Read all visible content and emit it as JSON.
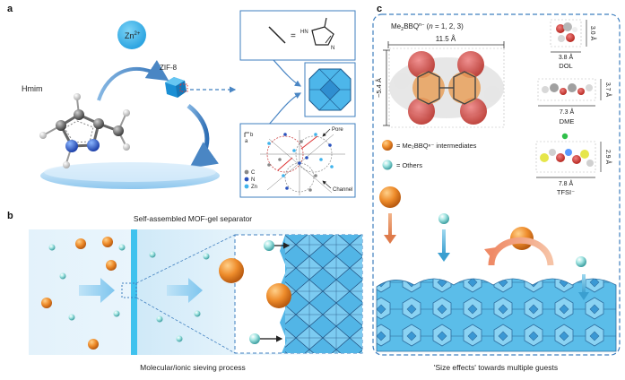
{
  "panels": {
    "a": {
      "label": "a",
      "zn_ion": "Zn",
      "zn_charge": "2+",
      "hmim": "Hmim",
      "zif8": "ZIF-8",
      "equals": "=",
      "hn": "HN",
      "n": "N",
      "crystal_axes": {
        "b": "b",
        "a": "a"
      },
      "crystal_legend": [
        "C",
        "N",
        "Zn"
      ],
      "pore": "Pore",
      "channel": "Channel"
    },
    "b": {
      "label": "b",
      "title": "Self-assembled MOF-gel separator",
      "caption": "Molecular/ionic sieving process"
    },
    "c": {
      "label": "c",
      "formula_prefix": "Me",
      "formula_sub": "2",
      "formula_mid": "BBQ",
      "formula_sup": "n−",
      "formula_open": " (",
      "formula_n": "n",
      "formula_rest": " = 1, 2, 3)",
      "width_dim": "11.5 Å",
      "height_dim": "~5.4 Å",
      "legend_intermediates": "= Me₂BBQⁿ⁻ intermediates",
      "legend_others": "= Others",
      "molecules": [
        {
          "name": "DOL",
          "w": "3.8 Å",
          "h": "3.0 Å"
        },
        {
          "name": "DME",
          "w": "7.3 Å",
          "h": "3.7 Å"
        },
        {
          "name": "TFSI⁻",
          "w": "7.8 Å",
          "h": "2.9 Å"
        }
      ],
      "caption": "'Size effects' towards multiple guests"
    }
  },
  "colors": {
    "orange": "#e98a2e",
    "cyan_ion": "#7fd3d2",
    "blue_dash": "#3f7fbf",
    "mof_blue": "#49b6e6",
    "zn_blue": "#3fb3ec"
  }
}
